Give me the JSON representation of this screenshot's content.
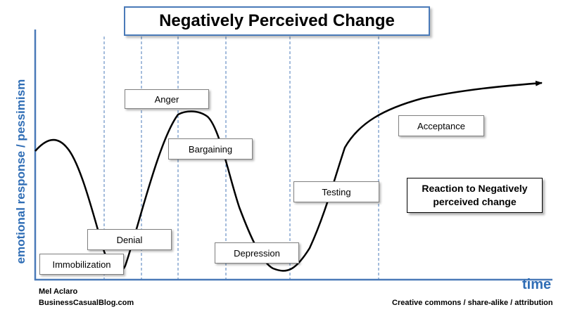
{
  "title": "Negatively Perceived Change",
  "y_axis_label": "emotional response / pessimism",
  "x_axis_label": "time",
  "stages": {
    "immobilization": "Immobilization",
    "denial": "Denial",
    "anger": "Anger",
    "bargaining": "Bargaining",
    "depression": "Depression",
    "testing": "Testing",
    "acceptance": "Acceptance"
  },
  "reaction_box": {
    "line1": "Reaction to Negatively",
    "line2": "perceived change"
  },
  "credits": {
    "author": "Mel Aclaro",
    "site": "BusinessCasualBlog.com",
    "license": "Creative commons / share-alike / attribution"
  },
  "colors": {
    "axis": "#4a7ab8",
    "divider": "#4a7ab8",
    "curve": "#000000",
    "label_text": "#2f6db5"
  }
}
